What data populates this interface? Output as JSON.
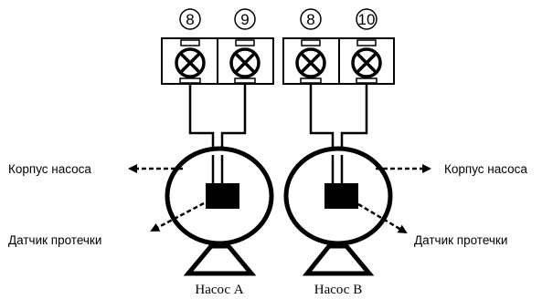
{
  "terminals": {
    "left_pair": [
      "8",
      "9"
    ],
    "right_pair": [
      "8",
      "10"
    ]
  },
  "labels": {
    "housing_left": "Корпус насоса",
    "housing_right": "Корпус насоса",
    "sensor_left": "Датчик протечки",
    "sensor_right": "Датчик протечки",
    "pump_a": "Насос A",
    "pump_b": "Насос B"
  },
  "colors": {
    "stroke": "#000000",
    "background": "#ffffff"
  }
}
